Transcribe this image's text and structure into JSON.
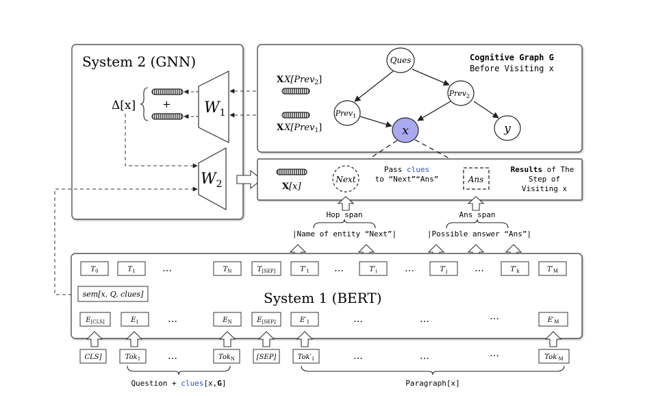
{
  "system2": {
    "title": "System 2 (GNN)",
    "delta": "Δ[x]",
    "plus": "+",
    "w1": "W",
    "w1_sub": "1",
    "w2": "W",
    "w2_sub": "2"
  },
  "prev_labels": {
    "prev2_vec": "X[Prev",
    "prev2_sub": "2",
    "prev1_vec": "X[Prev",
    "prev1_sub": "1",
    "close": "]"
  },
  "graph": {
    "title": "Cognitive Graph G",
    "subtitle": "Before Visiting x",
    "nodes": {
      "ques": "Ques",
      "prev2": "Prev",
      "prev2_sub": "2",
      "prev1": "Prev",
      "prev1_sub": "1",
      "x": "x",
      "y": "y"
    }
  },
  "results": {
    "xvec": "X[x]",
    "next": "Next",
    "pass1": "Pass",
    "clues": "clues",
    "pass2": "to “Next”“Ans”",
    "ans": "Ans",
    "title_bold": "Results",
    "title_rest": " of The",
    "line2": "Step of",
    "line3": "Visiting x"
  },
  "spans": {
    "hop": "Hop span",
    "ans": "Ans span",
    "entity": "|Name of entity “Next”|",
    "answer": "|Possible answer “Ans”|"
  },
  "system1": {
    "title": "System 1 (BERT)",
    "sem": "sem[x, Q, clues]",
    "t_row": [
      "T",
      "T",
      "T",
      "T",
      "T",
      "T",
      "T",
      "T",
      "T"
    ],
    "t_subs": [
      "0",
      "1",
      "N",
      "[SEP]",
      "1",
      "i",
      "j",
      "k",
      "M"
    ],
    "e_row": [
      "E",
      "E",
      "E",
      "E",
      "E",
      "E"
    ],
    "e_subs": [
      "[CLS]",
      "1",
      "N",
      "[SEP]",
      "1",
      "M"
    ],
    "tok_row": [
      "CLS]",
      "Tok",
      "Tok",
      "[SEP]",
      "Tok",
      "Tok"
    ],
    "tok_subs": [
      "",
      "1",
      "N",
      "",
      "1",
      "M"
    ],
    "dots": "…"
  },
  "bottom": {
    "question": "Question + ",
    "clues": "clues",
    "xg_open": "[x,",
    "g": "G",
    "xg_close": "]",
    "paragraph": "Paragraph[x]"
  },
  "colors": {
    "accent_blue": "#2a52be",
    "node_x": "#a9a9f0",
    "frame": "#555555"
  }
}
